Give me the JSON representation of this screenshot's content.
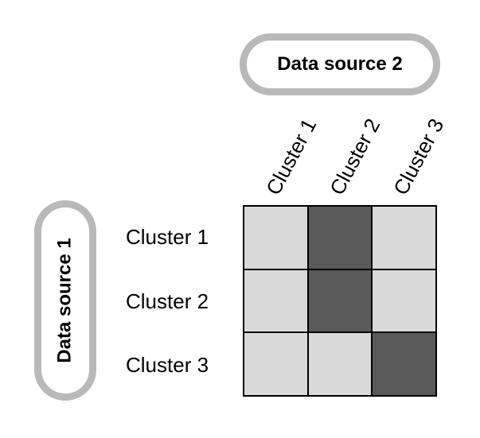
{
  "title": "Data source 2",
  "row_source": "Data source 1",
  "columns": [
    "Cluster 1",
    "Cluster 2",
    "Cluster 3"
  ],
  "rows": [
    "Cluster 1",
    "Cluster 2",
    "Cluster 3"
  ],
  "matrix": [
    [
      "light",
      "dark",
      "light"
    ],
    [
      "light",
      "dark",
      "light"
    ],
    [
      "light",
      "light",
      "dark"
    ]
  ],
  "colors": {
    "light": "#d9d9d9",
    "dark": "#5a5a5a",
    "pill_border": "#b9b9b9",
    "grid_line": "#000000"
  }
}
